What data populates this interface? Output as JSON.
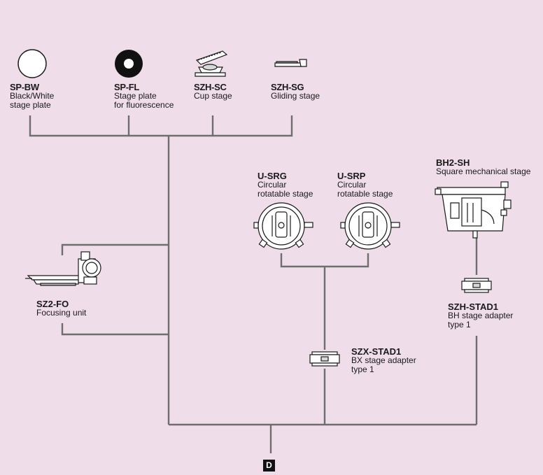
{
  "components": {
    "sp_bw": {
      "code": "SP-BW",
      "desc1": "Black/White",
      "desc2": "stage plate"
    },
    "sp_fl": {
      "code": "SP-FL",
      "desc1": "Stage plate",
      "desc2": "for fluorescence"
    },
    "szh_sc": {
      "code": "SZH-SC",
      "desc1": "Cup stage"
    },
    "szh_sg": {
      "code": "SZH-SG",
      "desc1": "Gliding stage"
    },
    "u_srg": {
      "code": "U-SRG",
      "desc1": "Circular",
      "desc2": "rotatable stage"
    },
    "u_srp": {
      "code": "U-SRP",
      "desc1": "Circular",
      "desc2": "rotatable stage"
    },
    "bh2_sh": {
      "code": "BH2-SH",
      "desc1": "Square mechanical stage"
    },
    "szh_stad1": {
      "code": "SZH-STAD1",
      "desc1": "BH stage adapter",
      "desc2": "type 1"
    },
    "sz2_fo": {
      "code": "SZ2-FO",
      "desc1": "Focusing unit"
    },
    "szx_stad1": {
      "code": "SZX-STAD1",
      "desc1": "BX stage adapter",
      "desc2": "type 1"
    }
  },
  "marker": {
    "label": "D"
  },
  "colors": {
    "background": "#efdde9",
    "line": "#6e6e6e",
    "ink": "#1a1a1a"
  }
}
